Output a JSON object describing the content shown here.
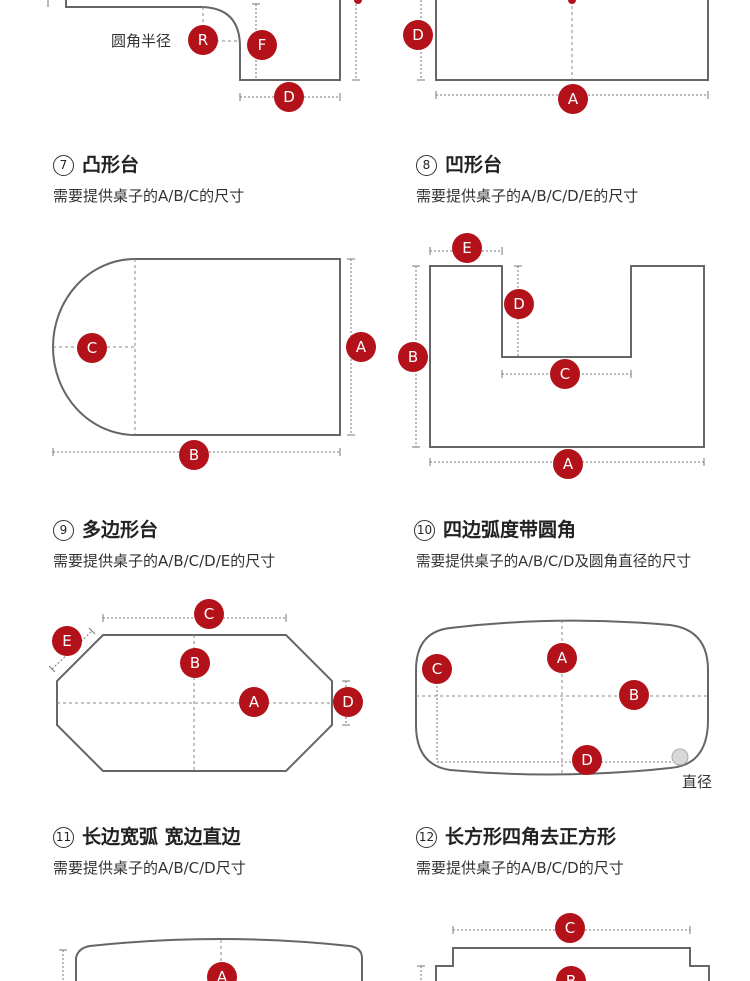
{
  "top_left": {
    "radius_label": "圆角半径",
    "badges": [
      "R",
      "F",
      "D"
    ]
  },
  "top_right": {
    "badges": [
      "D",
      "A"
    ]
  },
  "sections": [
    {
      "num": "7",
      "title": "凸形台",
      "subtitle": "需要提供桌子的A/B/C的尺寸",
      "badges": [
        "C",
        "A",
        "B"
      ]
    },
    {
      "num": "8",
      "title": "凹形台",
      "subtitle": "需要提供桌子的A/B/C/D/E的尺寸",
      "badges": [
        "E",
        "D",
        "B",
        "C",
        "A"
      ]
    },
    {
      "num": "9",
      "title": "多边形台",
      "subtitle": "需要提供桌子的A/B/C/D/E的尺寸",
      "badges": [
        "C",
        "E",
        "B",
        "A",
        "D"
      ]
    },
    {
      "num": "10",
      "title": "四边弧度带圆角",
      "subtitle": "需要提供桌子的A/B/C/D及圆角直径的尺寸",
      "badges": [
        "A",
        "C",
        "B",
        "D"
      ],
      "extra_label": "直径"
    },
    {
      "num": "11",
      "title": "长边宽弧 宽边直边",
      "subtitle": "需要提供桌子的A/B/C/D尺寸",
      "badges": [
        "A"
      ]
    },
    {
      "num": "12",
      "title": "长方形四角去正方形",
      "subtitle": "需要提供桌子的A/B/C/D的尺寸",
      "badges": [
        "C",
        "B"
      ]
    }
  ],
  "colors": {
    "badge": "#b3121a",
    "outline": "#666666",
    "text": "#222222"
  }
}
